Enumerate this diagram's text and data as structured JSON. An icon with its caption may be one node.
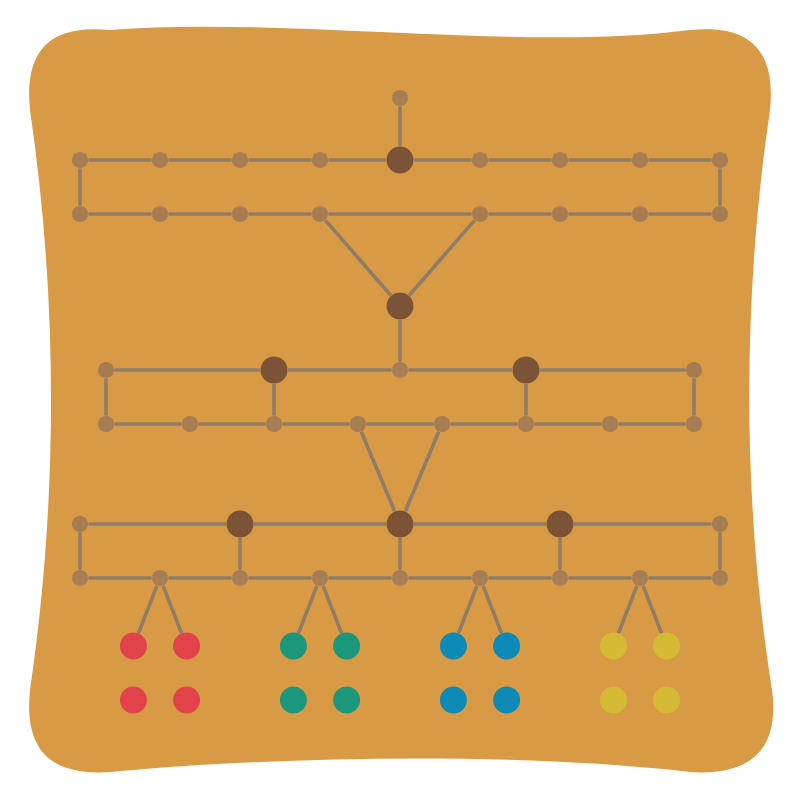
{
  "diagram": {
    "nodes": [
      {
        "text": [],
        "shape": "circle"
      },
      {
        "text": [],
        "shape": "circle"
      },
      {
        "text": [],
        "shape": "circle"
      },
      {
        "text": [],
        "shape": "circle"
      },
      {
        "text": [],
        "shape": "circle"
      },
      {
        "text": [],
        "shape": "circle"
      },
      {
        "text": [],
        "shape": "circle"
      },
      {
        "text": [],
        "shape": "circle"
      },
      {
        "text": [],
        "shape": "circle"
      },
      {
        "text": [],
        "shape": "circle"
      },
      {
        "text": [],
        "shape": "circle"
      },
      {
        "text": [],
        "shape": "circle"
      },
      {
        "text": [],
        "shape": "circle"
      },
      {
        "text": [],
        "shape": "circle"
      },
      {
        "text": [],
        "shape": "circle"
      },
      {
        "text": [],
        "shape": "circle"
      },
      {
        "text": [],
        "shape": "circle"
      },
      {
        "text": [],
        "shape": "circle"
      },
      {
        "text": [],
        "shape": "circle"
      },
      {
        "text": [],
        "shape": "circle"
      },
      {
        "text": [],
        "shape": "circle"
      },
      {
        "text": [],
        "shape": "circle"
      },
      {
        "text": [],
        "shape": "circle"
      },
      {
        "text": [],
        "shape": "circle"
      },
      {
        "text": [],
        "shape": "circle"
      },
      {
        "text": [],
        "shape": "circle"
      },
      {
        "text": [],
        "shape": "circle"
      },
      {
        "text": [],
        "shape": "circle"
      },
      {
        "text": [],
        "shape": "circle"
      },
      {
        "text": [],
        "shape": "circle"
      },
      {
        "text": [],
        "shape": "circle"
      },
      {
        "text": [],
        "shape": "circle"
      },
      {
        "text": [],
        "shape": "circle"
      },
      {
        "text": [],
        "shape": "circle"
      },
      {
        "text": [],
        "shape": "circle"
      },
      {
        "text": [],
        "shape": "circle"
      },
      {
        "text": [],
        "shape": "circle"
      },
      {
        "text": [],
        "shape": "circle"
      },
      {
        "text": [],
        "shape": "circle"
      },
      {
        "text": [],
        "shape": "circle"
      },
      {
        "text": [],
        "shape": "circle"
      },
      {
        "text": [],
        "shape": "circle"
      },
      {
        "text": [],
        "shape": "circle"
      },
      {
        "text": [],
        "shape": "circle"
      },
      {
        "text": [],
        "shape": "circle"
      },
      {
        "text": [],
        "shape": "circle"
      },
      {
        "text": [],
        "shape": "circle"
      },
      {
        "text": [],
        "shape": "circle"
      },
      {
        "text": [],
        "shape": "circle"
      },
      {
        "text": [],
        "shape": "circle"
      },
      {
        "text": [],
        "shape": "circle"
      },
      {
        "text": [],
        "shape": "circle"
      },
      {
        "text": [],
        "shape": "circle"
      },
      {
        "text": [],
        "shape": "circle"
      },
      {
        "text": [],
        "shape": "circle"
      },
      {
        "text": [],
        "shape": "circle"
      },
      {
        "text": [],
        "shape": "circle"
      },
      {
        "text": [],
        "shape": "circle"
      },
      {
        "text": [],
        "shape": "circle"
      },
      {
        "text": [],
        "shape": "circle"
      },
      {
        "text": [],
        "shape": "circle"
      },
      {
        "text": [],
        "shape": "circle"
      }
    ],
    "edges": [
      {
        "from": 0,
        "to": 5,
        "arrow": "none"
      },
      {
        "from": 1,
        "to": 2,
        "arrow": "none"
      },
      {
        "from": 2,
        "to": 3,
        "arrow": "none"
      },
      {
        "from": 3,
        "to": 4,
        "arrow": "none"
      },
      {
        "from": 4,
        "to": 5,
        "arrow": "none"
      },
      {
        "from": 5,
        "to": 6,
        "arrow": "none"
      },
      {
        "from": 6,
        "to": 7,
        "arrow": "none"
      },
      {
        "from": 7,
        "to": 8,
        "arrow": "none"
      },
      {
        "from": 8,
        "to": 9,
        "arrow": "none"
      },
      {
        "from": 10,
        "to": 11,
        "arrow": "none"
      },
      {
        "from": 11,
        "to": 12,
        "arrow": "none"
      },
      {
        "from": 12,
        "to": 13,
        "arrow": "none"
      },
      {
        "from": 13,
        "to": 14,
        "arrow": "none"
      },
      {
        "from": 14,
        "to": 15,
        "arrow": "none"
      },
      {
        "from": 15,
        "to": 16,
        "arrow": "none"
      },
      {
        "from": 16,
        "to": 17,
        "arrow": "none"
      },
      {
        "from": 1,
        "to": 10,
        "arrow": "none"
      },
      {
        "from": 9,
        "to": 17,
        "arrow": "none"
      },
      {
        "from": 13,
        "to": 18,
        "arrow": "none"
      },
      {
        "from": 14,
        "to": 18,
        "arrow": "none"
      },
      {
        "from": 18,
        "to": 21,
        "arrow": "none"
      },
      {
        "from": 19,
        "to": 20,
        "arrow": "none"
      },
      {
        "from": 20,
        "to": 21,
        "arrow": "none"
      },
      {
        "from": 21,
        "to": 22,
        "arrow": "none"
      },
      {
        "from": 22,
        "to": 23,
        "arrow": "none"
      },
      {
        "from": 24,
        "to": 25,
        "arrow": "none"
      },
      {
        "from": 25,
        "to": 26,
        "arrow": "none"
      },
      {
        "from": 26,
        "to": 27,
        "arrow": "none"
      },
      {
        "from": 27,
        "to": 28,
        "arrow": "none"
      },
      {
        "from": 28,
        "to": 29,
        "arrow": "none"
      },
      {
        "from": 29,
        "to": 30,
        "arrow": "none"
      },
      {
        "from": 30,
        "to": 31,
        "arrow": "none"
      },
      {
        "from": 19,
        "to": 24,
        "arrow": "none"
      },
      {
        "from": 20,
        "to": 26,
        "arrow": "none"
      },
      {
        "from": 22,
        "to": 29,
        "arrow": "none"
      },
      {
        "from": 23,
        "to": 31,
        "arrow": "none"
      },
      {
        "from": 27,
        "to": 34,
        "arrow": "none"
      },
      {
        "from": 28,
        "to": 34,
        "arrow": "none"
      },
      {
        "from": 32,
        "to": 33,
        "arrow": "none"
      },
      {
        "from": 33,
        "to": 34,
        "arrow": "none"
      },
      {
        "from": 34,
        "to": 35,
        "arrow": "none"
      },
      {
        "from": 35,
        "to": 36,
        "arrow": "none"
      },
      {
        "from": 37,
        "to": 38,
        "arrow": "none"
      },
      {
        "from": 38,
        "to": 39,
        "arrow": "none"
      },
      {
        "from": 39,
        "to": 40,
        "arrow": "none"
      },
      {
        "from": 40,
        "to": 41,
        "arrow": "none"
      },
      {
        "from": 41,
        "to": 42,
        "arrow": "none"
      },
      {
        "from": 42,
        "to": 43,
        "arrow": "none"
      },
      {
        "from": 43,
        "to": 44,
        "arrow": "none"
      },
      {
        "from": 44,
        "to": 45,
        "arrow": "none"
      },
      {
        "from": 32,
        "to": 37,
        "arrow": "none"
      },
      {
        "from": 33,
        "to": 39,
        "arrow": "none"
      },
      {
        "from": 34,
        "to": 41,
        "arrow": "none"
      },
      {
        "from": 35,
        "to": 43,
        "arrow": "none"
      },
      {
        "from": 36,
        "to": 45,
        "arrow": "none"
      },
      {
        "from": 38,
        "to": 46,
        "arrow": "none"
      },
      {
        "from": 38,
        "to": 47,
        "arrow": "none"
      },
      {
        "from": 40,
        "to": 48,
        "arrow": "none"
      },
      {
        "from": 40,
        "to": 49,
        "arrow": "none"
      },
      {
        "from": 42,
        "to": 50,
        "arrow": "none"
      },
      {
        "from": 42,
        "to": 51,
        "arrow": "none"
      },
      {
        "from": 44,
        "to": 52,
        "arrow": "none"
      },
      {
        "from": 44,
        "to": 53,
        "arrow": "none"
      }
    ]
  }
}
